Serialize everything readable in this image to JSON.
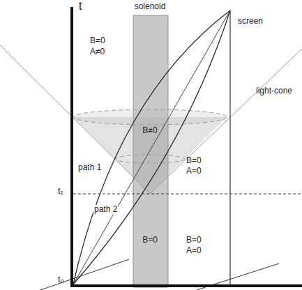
{
  "diagram": {
    "labels": [
      "t",
      "solenoid",
      "screen",
      "light-cone",
      "B=0",
      "A≠0",
      "B≠0",
      "B=0",
      "A=0",
      "path 1",
      "path 2",
      "t₁",
      "B=0",
      "B=0",
      "A=0",
      "t₀"
    ]
  }
}
